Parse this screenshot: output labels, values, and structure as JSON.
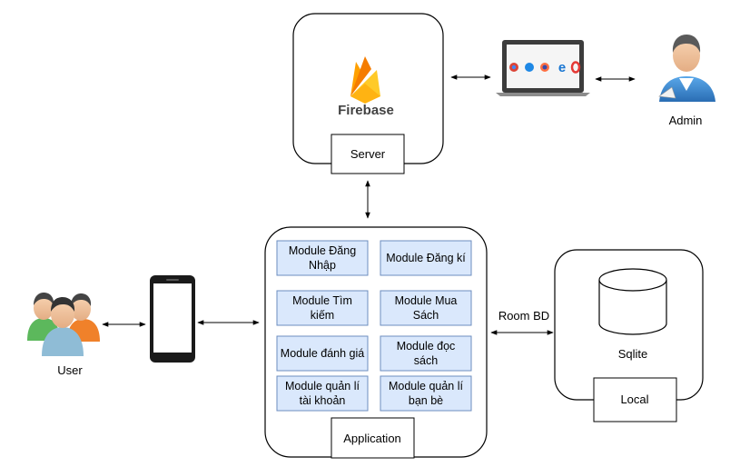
{
  "server": {
    "logo_text": "Firebase",
    "label": "Server"
  },
  "admin": {
    "label": "Admin"
  },
  "user": {
    "label": "User"
  },
  "application": {
    "label": "Application",
    "modules": [
      {
        "line1": "Module Đăng",
        "line2": "Nhập"
      },
      {
        "line1": "Module Đăng kí",
        "line2": ""
      },
      {
        "line1": "Module Tìm",
        "line2": "kiếm"
      },
      {
        "line1": "Module Mua",
        "line2": "Sách"
      },
      {
        "line1": "Module đánh giá",
        "line2": ""
      },
      {
        "line1": "Module đọc",
        "line2": "sách"
      },
      {
        "line1": "Module quản lí",
        "line2": "tài khoản"
      },
      {
        "line1": "Module quản lí",
        "line2": "bạn bè"
      }
    ]
  },
  "database": {
    "name": "Sqlite",
    "label": "Local",
    "connection_label": "Room BD"
  },
  "colors": {
    "module_fill": "#dae8fc",
    "module_stroke": "#6c8ebf",
    "firebase_yellow": "#ffca28",
    "firebase_orange": "#f57c00",
    "firebase_text": "#424242",
    "person_blue": "#3d8fd6"
  }
}
